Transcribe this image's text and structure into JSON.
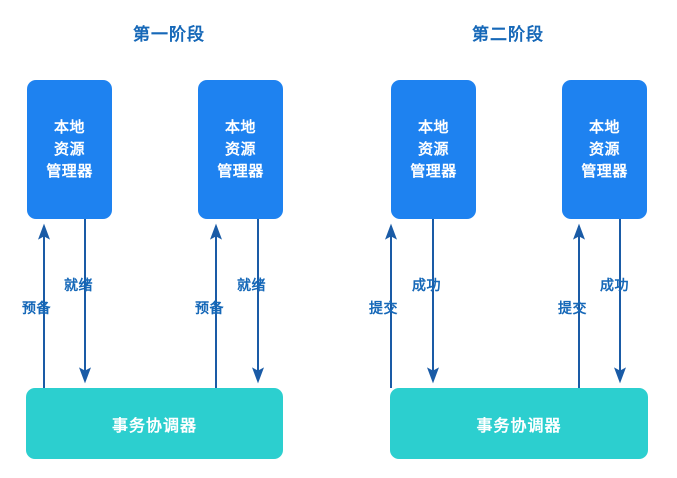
{
  "diagram": {
    "title_color": "#1668b8",
    "resource_manager_color": "#1e82f0",
    "coordinator_color": "#2ccfcf",
    "arrow_color": "#1a5ba6",
    "background": "#ffffff",
    "phases": [
      {
        "id": "phase-1",
        "title": "第一阶段",
        "resource_managers": [
          {
            "lines": [
              "本地",
              "资源",
              "管理器"
            ]
          },
          {
            "lines": [
              "本地",
              "资源",
              "管理器"
            ]
          }
        ],
        "coordinator": {
          "label": "事务协调器"
        },
        "edges": [
          {
            "label": "预备",
            "direction": "up",
            "from": "coordinator",
            "to": "resource-manager-1"
          },
          {
            "label": "就绪",
            "direction": "down",
            "from": "resource-manager-1",
            "to": "coordinator"
          },
          {
            "label": "预备",
            "direction": "up",
            "from": "coordinator",
            "to": "resource-manager-2"
          },
          {
            "label": "就绪",
            "direction": "down",
            "from": "resource-manager-2",
            "to": "coordinator"
          }
        ]
      },
      {
        "id": "phase-2",
        "title": "第二阶段",
        "resource_managers": [
          {
            "lines": [
              "本地",
              "资源",
              "管理器"
            ]
          },
          {
            "lines": [
              "本地",
              "资源",
              "管理器"
            ]
          }
        ],
        "coordinator": {
          "label": "事务协调器"
        },
        "edges": [
          {
            "label": "提交",
            "direction": "up",
            "from": "coordinator",
            "to": "resource-manager-1"
          },
          {
            "label": "成功",
            "direction": "down",
            "from": "resource-manager-1",
            "to": "coordinator"
          },
          {
            "label": "提交",
            "direction": "up",
            "from": "coordinator",
            "to": "resource-manager-2"
          },
          {
            "label": "成功",
            "direction": "down",
            "from": "resource-manager-2",
            "to": "coordinator"
          }
        ]
      }
    ]
  }
}
